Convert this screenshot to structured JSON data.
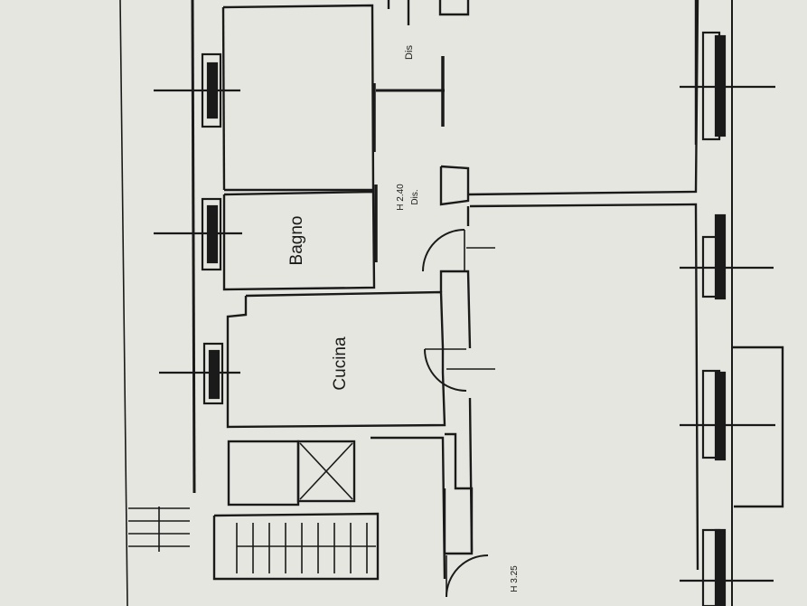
{
  "rooms": {
    "bagno": "Bagno",
    "cucina": "Cucina"
  },
  "annotations": {
    "height_corridor": "H 2.40",
    "dis": "Dis.",
    "height_main": "H 3.25",
    "dis_top": "Dis"
  },
  "colors": {
    "background": "#e6e6e1",
    "ink": "#1a1a1a"
  }
}
